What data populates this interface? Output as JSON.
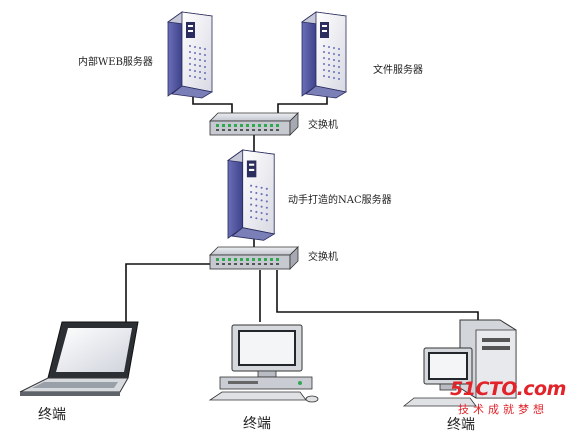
{
  "labels": {
    "web_server": "内部WEB服务器",
    "file_server": "文件服务器",
    "switch_top": "交换机",
    "nac_server": "动手打造的NAC服务器",
    "switch_bottom": "交换机",
    "terminal_left": "终端",
    "terminal_mid": "终端",
    "terminal_right": "终端"
  },
  "watermark": {
    "main": "51CTO.com",
    "sub": "技术成就梦想"
  },
  "colors": {
    "server_panel": "#5b5fa8",
    "server_body": "#f2f2f6",
    "switch_body": "#d9dbe0",
    "port_green": "#2fa84f",
    "link": "#111111",
    "watermark": "#e2232a"
  }
}
